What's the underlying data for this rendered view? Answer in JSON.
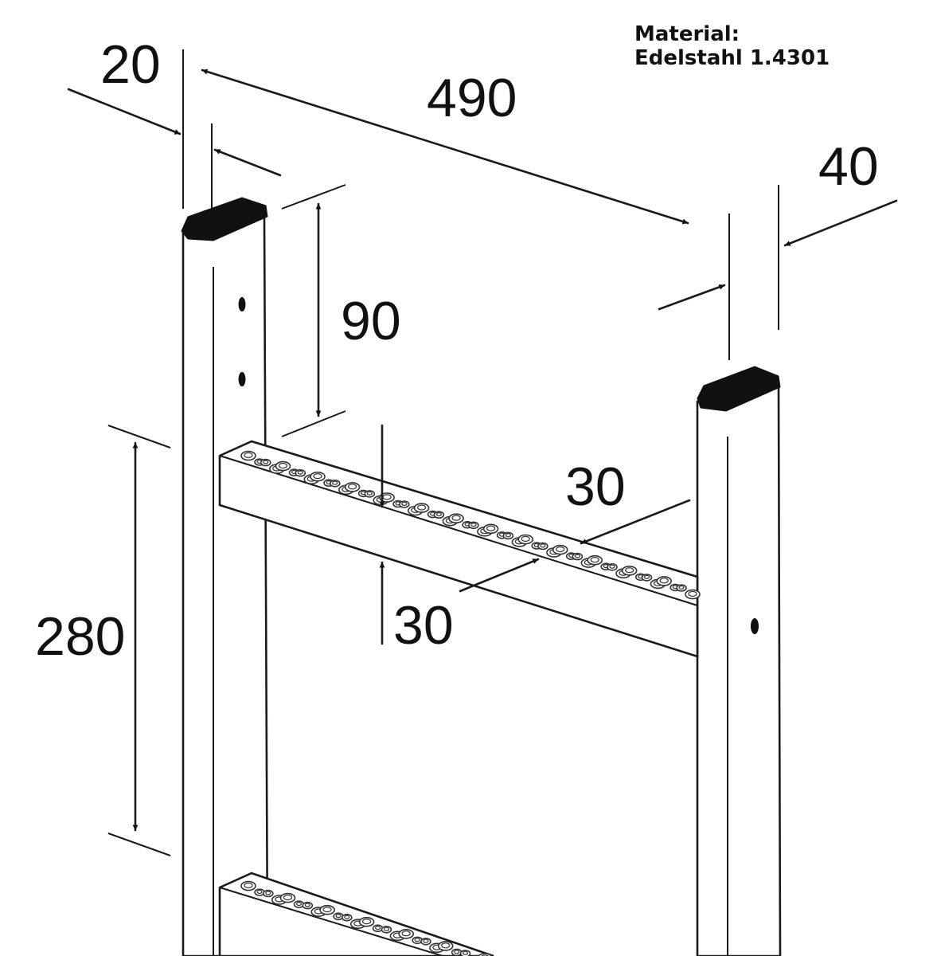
{
  "material": {
    "line1": "Material:",
    "line2": "Edelstahl 1.4301"
  },
  "dimensions": {
    "rail_thickness": "20",
    "inner_width": "490",
    "rail_depth": "40",
    "top_offset": "90",
    "rung_spacing": "280",
    "rung_depth": "30",
    "rung_height": "30"
  },
  "colors": {
    "line": "#1a1a1a",
    "fill": "#111111",
    "background": "#ffffff"
  }
}
